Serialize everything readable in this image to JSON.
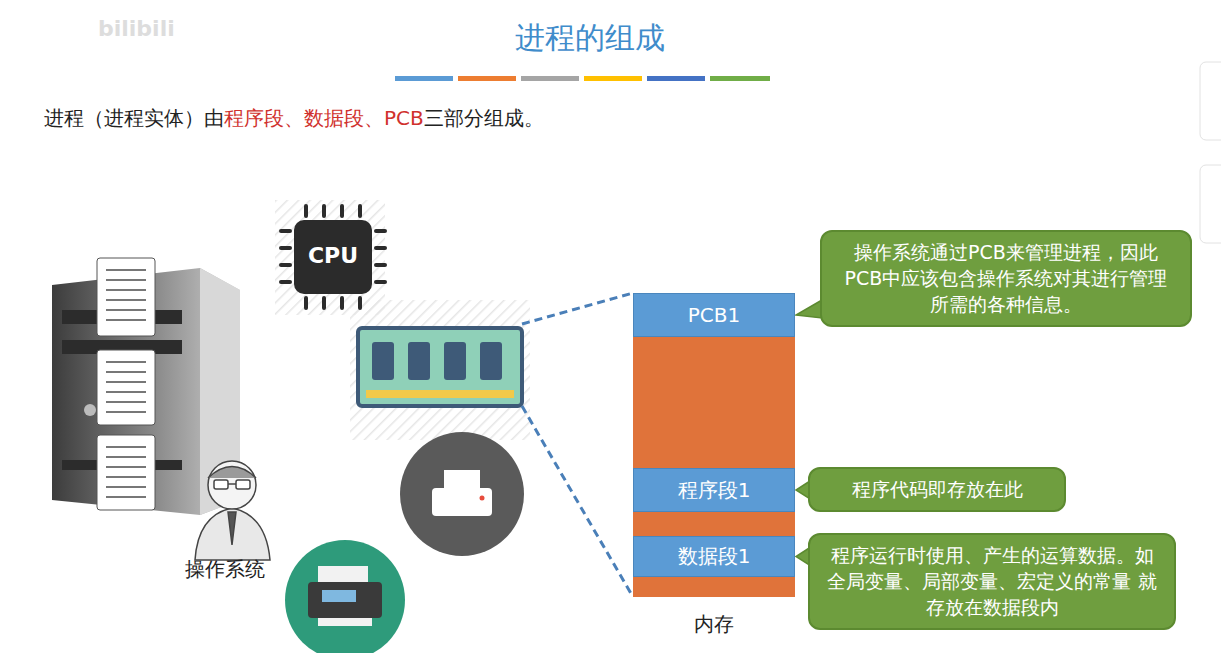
{
  "diagram": {
    "title": "进程的组成",
    "nodes": [
      {
        "text": [
          "内存"
        ]
      },
      {
        "text": [
          "PCB1"
        ],
        "in": 0
      },
      {
        "text": [
          "程序段1"
        ],
        "in": 0
      },
      {
        "text": [
          "数据段1"
        ],
        "in": 0
      },
      {
        "text": [
          "操作系统通过PCB来管理进程，因此PCB中应该包含操作系统对其进行管理所需的各种信息。"
        ]
      },
      {
        "text": [
          "程序代码即存放在此"
        ]
      },
      {
        "text": [
          "程序运行时使用、产生的运算数据。如全局变量、局部变量、宏定义的常量 就存放在数据段内"
        ]
      }
    ],
    "edges": [
      {
        "from": 4,
        "to": 1,
        "arrow": "to"
      },
      {
        "from": 5,
        "to": 2,
        "arrow": "to"
      },
      {
        "from": 6,
        "to": 3,
        "arrow": "to"
      }
    ],
    "labels": [
      "进程（进程实体）由",
      "程序段、数据段、PCB",
      "三部分组成。",
      "CPU",
      "操作系统",
      "bilibili"
    ]
  }
}
